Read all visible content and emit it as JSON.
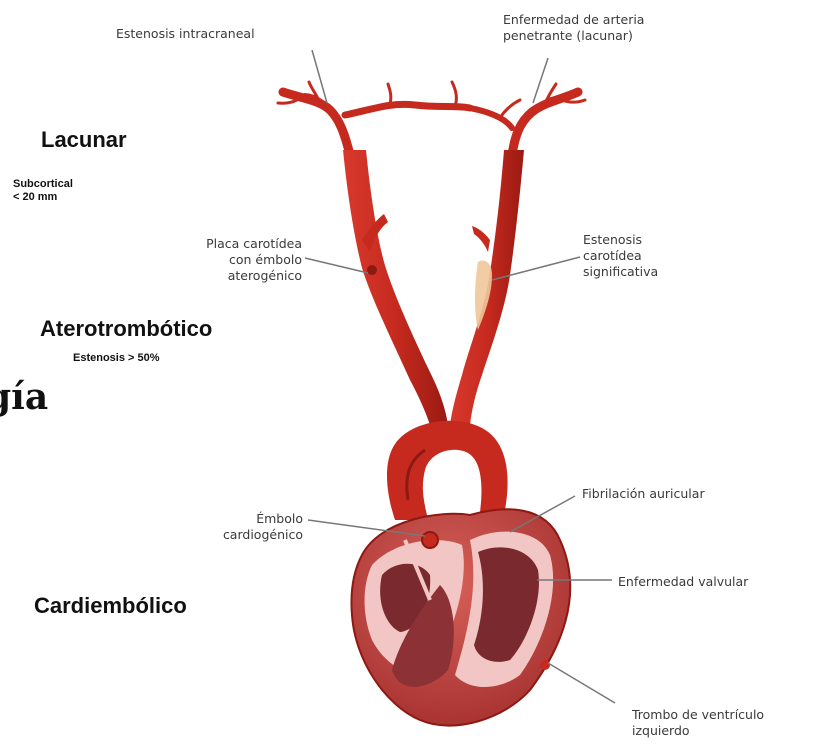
{
  "labels": {
    "intracranial_stenosis": "Estenosis intracraneal",
    "penetrating_artery_disease": "Enfermedad de arteria\npenetrante (lacunar)",
    "carotid_plaque": "Placa carotídea\ncon émbolo\naterogénico",
    "significant_carotid_stenosis": "Estenosis\ncarotídea\nsignificativa",
    "cardiogenic_embolus": "Émbolo\ncardiogénico",
    "atrial_fibrillation": "Fibrilación auricular",
    "valvular_disease": "Enfermedad valvular",
    "lv_thrombus": "Trombo de ventrículo\nizquierdo"
  },
  "categories": {
    "lacunar": {
      "title": "Lacunar",
      "note": "Subcortical\n< 20 mm"
    },
    "atherothrombotic": {
      "title": "Aterotrombótico",
      "note": "Estenosis > 50%"
    },
    "cardioembolic": {
      "title": "Cardiembólico"
    }
  },
  "cut_text": "gía",
  "colors": {
    "artery": "#c62a1f",
    "artery_dark": "#8e1812",
    "heart_outer": "#b8393a",
    "heart_inner": "#f2c6c4",
    "chamber": "#7a2a2f",
    "plaque": "#f1c79a"
  }
}
